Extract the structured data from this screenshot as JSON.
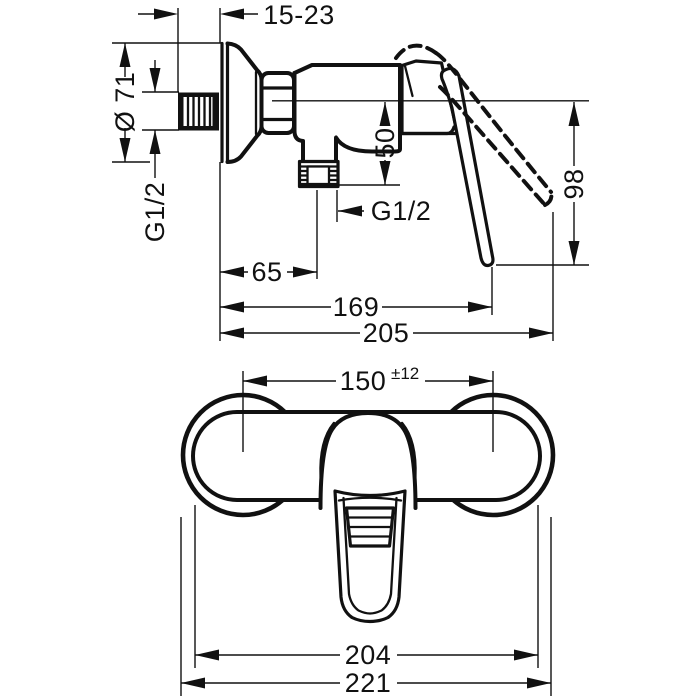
{
  "drawing": {
    "colors": {
      "line": "#111111",
      "background": "#ffffff"
    },
    "side_view": {
      "dims": {
        "wall_depth_range": "15-23",
        "escutcheon_diameter": "Ø 71",
        "supply_thread": "G1/2",
        "outlet_thread": "G1/2",
        "outlet_drop": "50",
        "outlet_offset": "65",
        "handle_reach": "169",
        "max_reach": "205",
        "handle_drop": "98"
      }
    },
    "front_view": {
      "dims": {
        "connection_centers": "150",
        "connection_tolerance": "±12",
        "body_width": "204",
        "overall_width": "221"
      }
    }
  }
}
